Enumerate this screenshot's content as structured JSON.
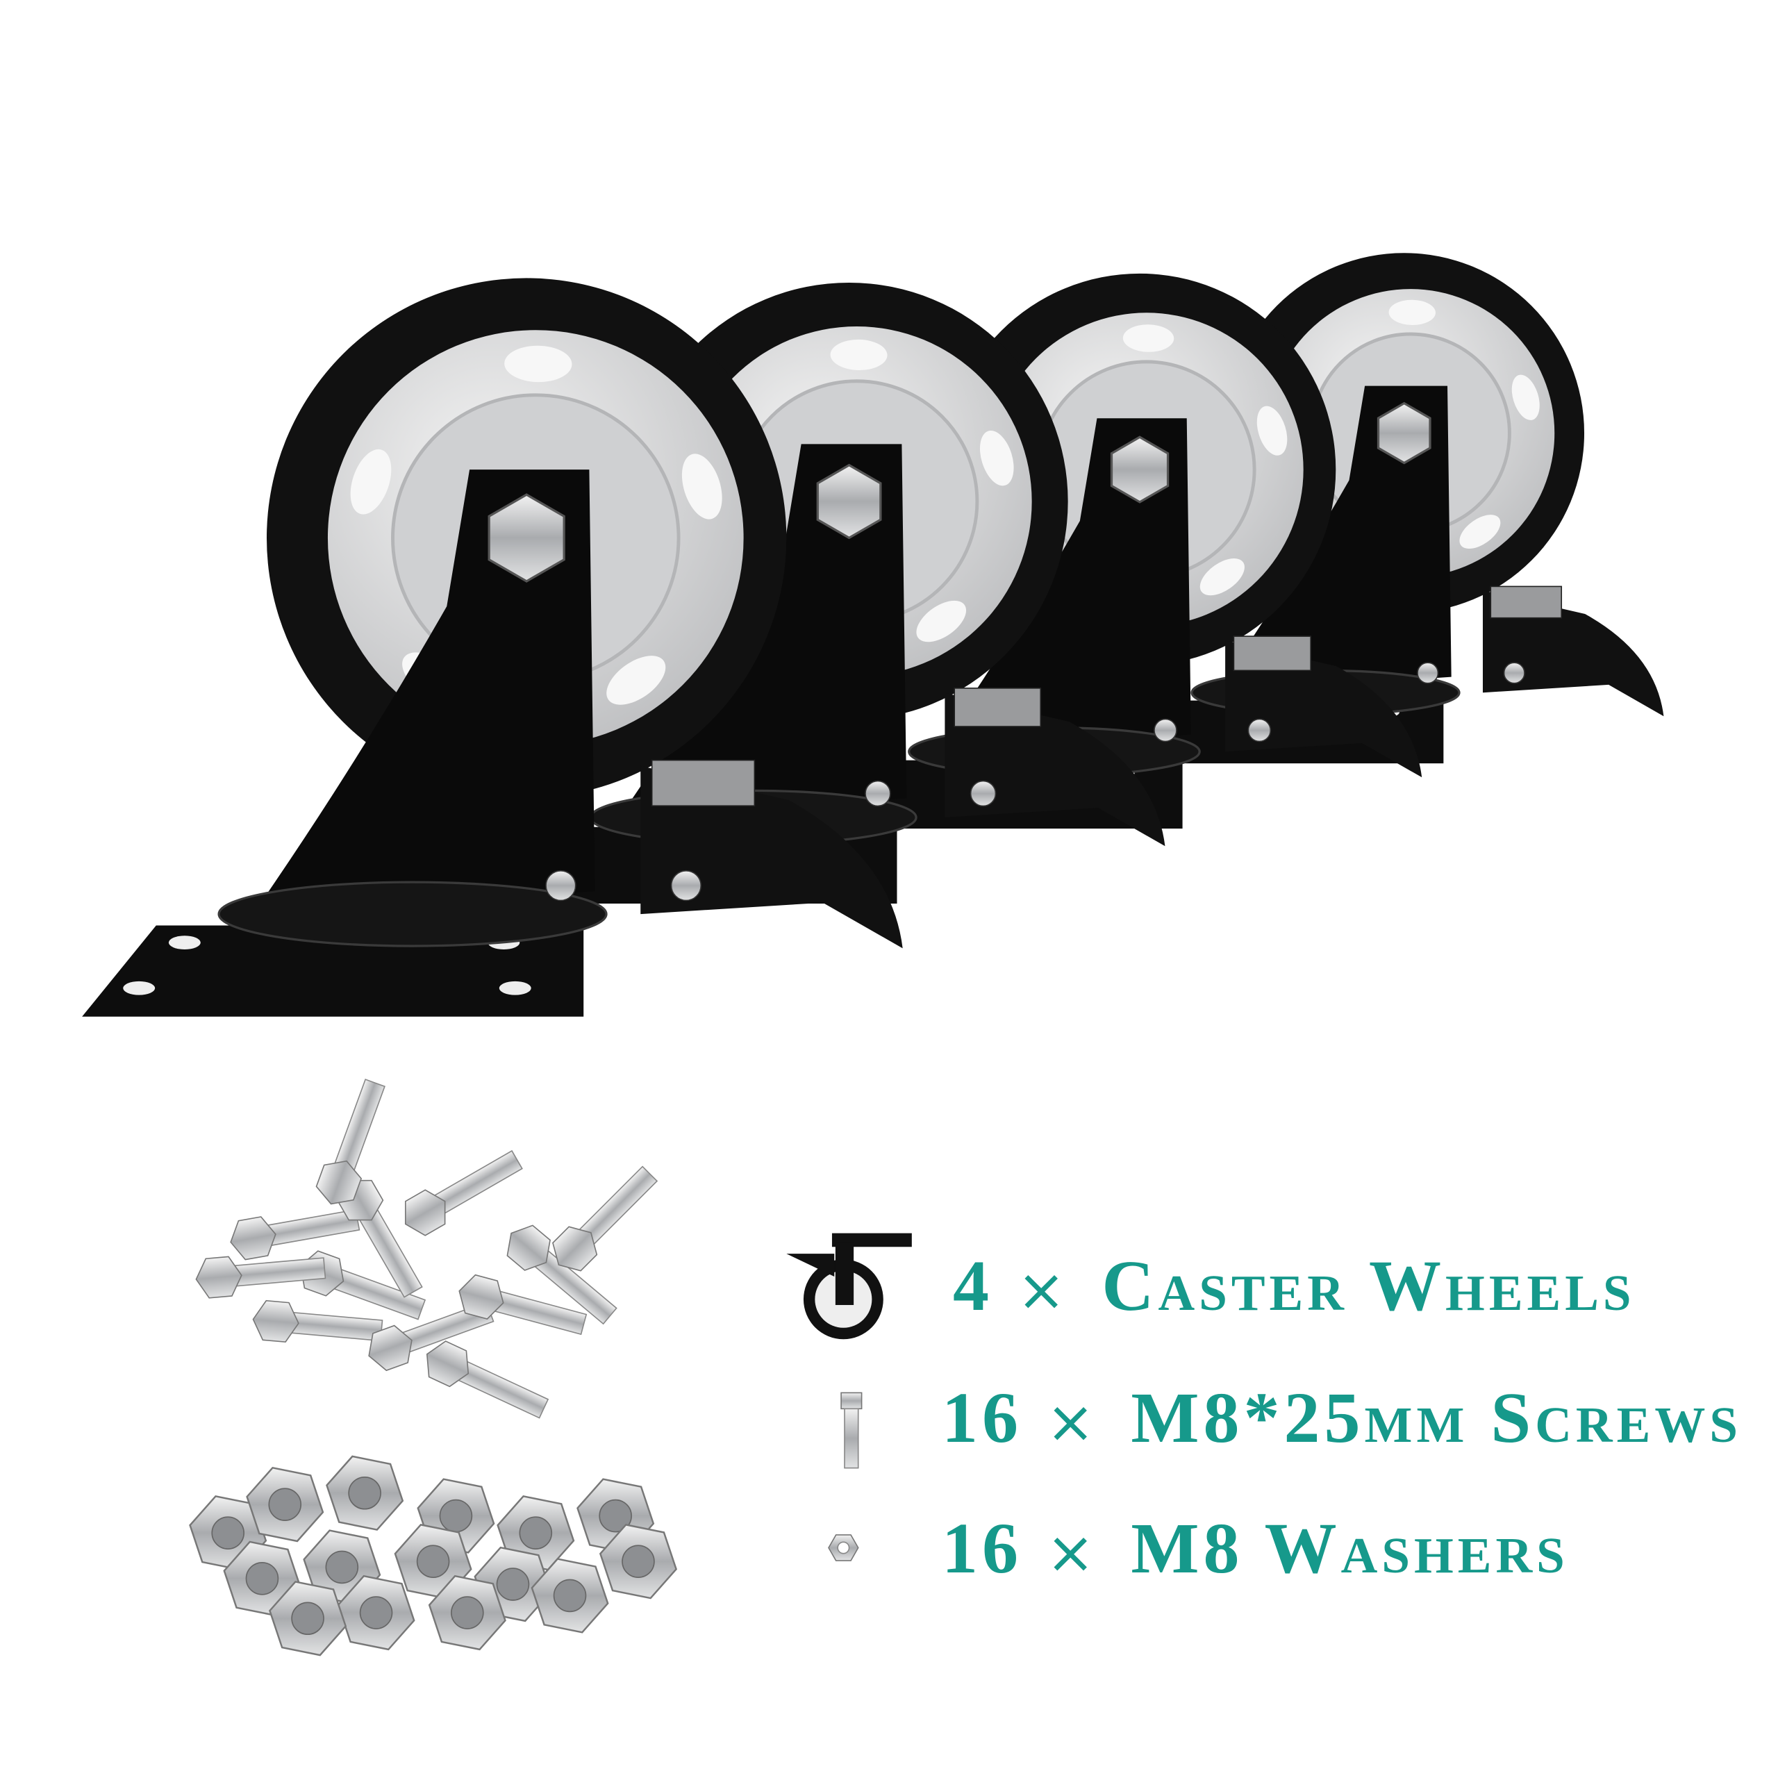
{
  "colors": {
    "accent_text": "#16998b",
    "tire": "#111111",
    "hub": "#d9dadb",
    "background": "#ffffff"
  },
  "product": {
    "casters_count": 4,
    "icons": [
      "caster-wheel-icon",
      "screw-icon",
      "hex-nut-icon"
    ]
  },
  "contents": [
    {
      "qty": "4",
      "times": "×",
      "label": "Caster Wheels"
    },
    {
      "qty": "16",
      "times": "×",
      "label": "M8*25mm Screws"
    },
    {
      "qty": "16",
      "times": "×",
      "label": "M8 Washers"
    }
  ]
}
